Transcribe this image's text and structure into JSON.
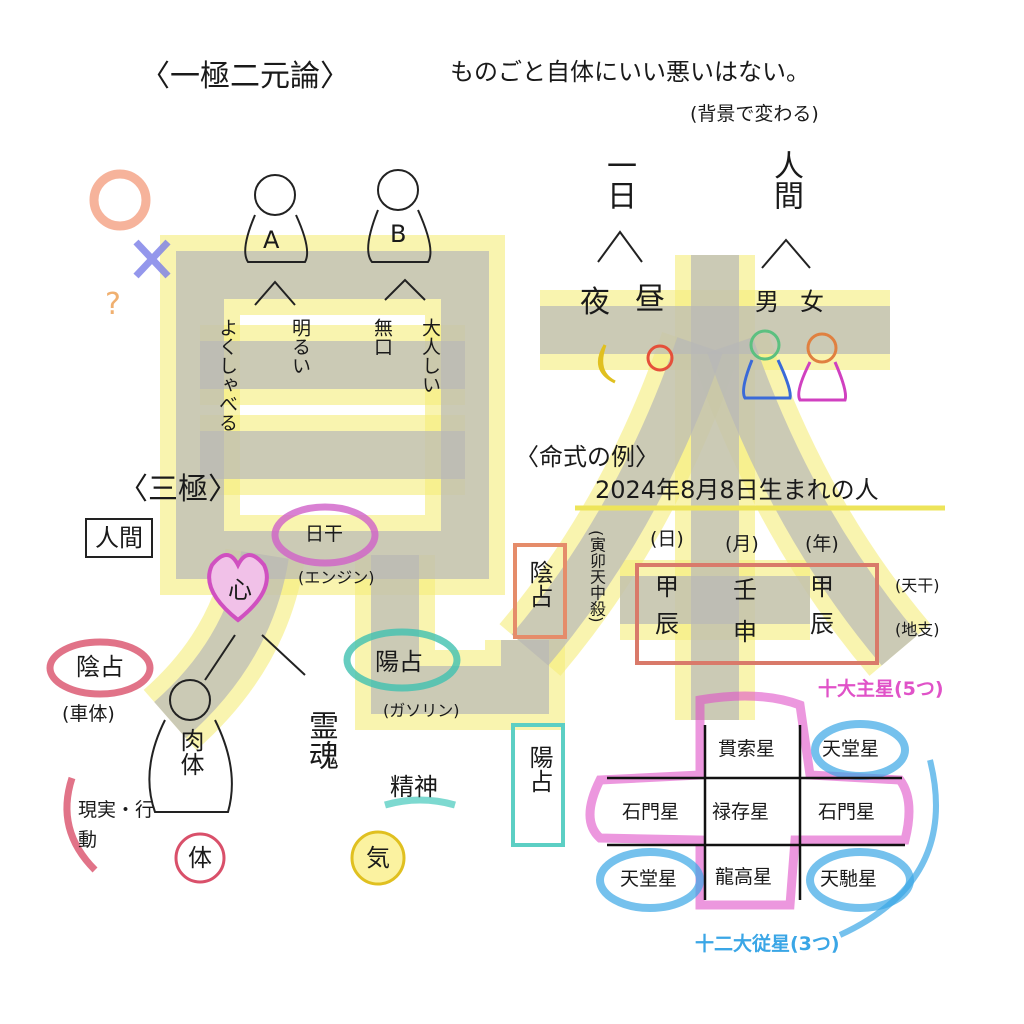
{
  "title": "〈一極二元論〉",
  "note": {
    "line1": "ものごと自体にいい悪いはない。",
    "line2": "(背景で変わる)"
  },
  "symbols": {
    "circle": "○",
    "cross": "×",
    "question": "?"
  },
  "figures": {
    "a": {
      "label": "A",
      "traits": [
        "よくしゃべる",
        "明るい"
      ]
    },
    "b": {
      "label": "B",
      "traits": [
        "無口",
        "大人しい"
      ]
    }
  },
  "day": {
    "top": "一日",
    "left": "夜",
    "right": "昼"
  },
  "human": {
    "top": "人間",
    "left": "男",
    "right": "女"
  },
  "sankyoku": {
    "title": "〈三極〉",
    "human": "人間",
    "nikkan": "日干",
    "engine": "(エンジン)",
    "kokoro": "心",
    "inseni": "陰占",
    "shatai": "(車体)",
    "nikutai": "肉体",
    "reikon": "霊魂",
    "yousen": "陽占",
    "gasoline": "(ガソリン)",
    "seishin": "精神",
    "genjitsu": "現実・行動",
    "karada": "体",
    "ki": "気"
  },
  "meishiki": {
    "title": "〈命式の例〉",
    "birth": "2024年8月8日生まれの人",
    "insen_label": "陰占",
    "tenchusatsu": "(寅卯天中殺)",
    "columns": [
      "(日)",
      "(月)",
      "(年)"
    ],
    "tenkan": [
      "甲",
      "壬",
      "甲"
    ],
    "chishi": [
      "辰",
      "申",
      "辰"
    ],
    "tenkan_label": "(天干)",
    "chishi_label": "(地支)",
    "yousen_label": "陽占",
    "jusshusei_label": "十大主星(5つ)",
    "juunidaijusei_label": "十二大従星(3つ)",
    "grid": [
      [
        "",
        "貫索星",
        "天堂星"
      ],
      [
        "石門星",
        "禄存星",
        "石門星"
      ],
      [
        "天堂星",
        "龍高星",
        "天馳星"
      ]
    ]
  },
  "watermark": "見本",
  "colors": {
    "pink": "#e052c8",
    "blue": "#3aa6e6",
    "red": "#d9506a",
    "teal": "#5ccfc4",
    "yellow": "#f5ec7a",
    "gray": "#c4c4c4",
    "orange": "#f08f6a"
  }
}
